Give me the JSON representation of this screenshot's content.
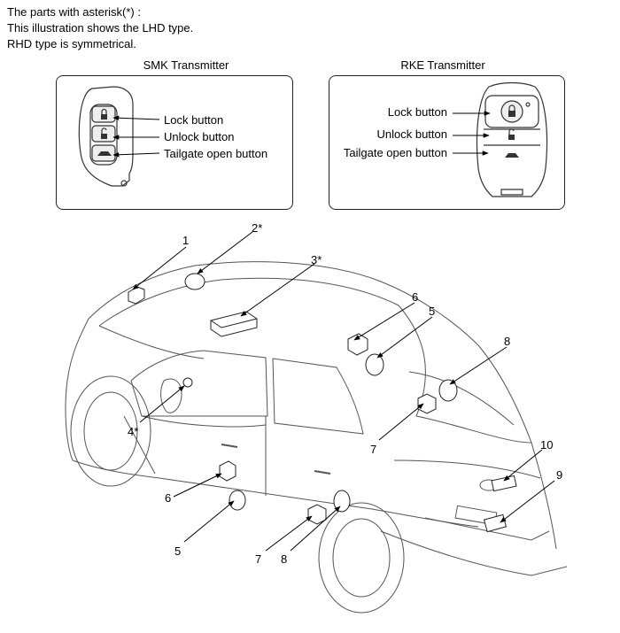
{
  "notes": [
    "The parts with asterisk(*) :",
    "This illustration shows the LHD type.",
    "RHD type is symmetrical."
  ],
  "smk": {
    "title": "SMK Transmitter",
    "lock": "Lock button",
    "unlock": "Unlock button",
    "tailgate": "Tailgate open button"
  },
  "rke": {
    "title": "RKE Transmitter",
    "lock": "Lock button",
    "unlock": "Unlock button",
    "tailgate": "Tailgate open button"
  },
  "callouts": [
    "1",
    "2*",
    "3*",
    "4*",
    "5",
    "6",
    "7",
    "8",
    "9",
    "10",
    "6",
    "5",
    "7",
    "8"
  ]
}
